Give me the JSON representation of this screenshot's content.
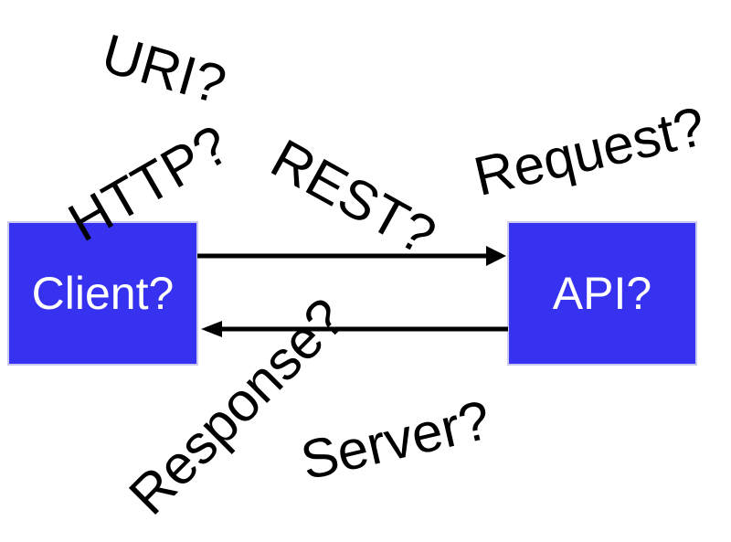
{
  "diagram": {
    "title": "Client-API question diagram",
    "colors": {
      "background": "#ffffff",
      "box_fill": "#3732f0",
      "box_border": "#c9c9f2",
      "box_text": "#ffffff",
      "label_text": "#000000",
      "arrow": "#000000"
    },
    "nodes": [
      {
        "id": "client",
        "label": "Client?"
      },
      {
        "id": "api",
        "label": "API?"
      }
    ],
    "floating_labels": [
      {
        "id": "uri",
        "text": "URI?"
      },
      {
        "id": "http",
        "text": "HTTP?"
      },
      {
        "id": "rest",
        "text": "REST?"
      },
      {
        "id": "request",
        "text": "Request?"
      },
      {
        "id": "response",
        "text": "Response?"
      },
      {
        "id": "server",
        "text": "Server?"
      }
    ],
    "arrows": [
      {
        "id": "request-arrow",
        "from": "client",
        "to": "api",
        "direction": "right"
      },
      {
        "id": "response-arrow",
        "from": "api",
        "to": "client",
        "direction": "left"
      }
    ]
  }
}
